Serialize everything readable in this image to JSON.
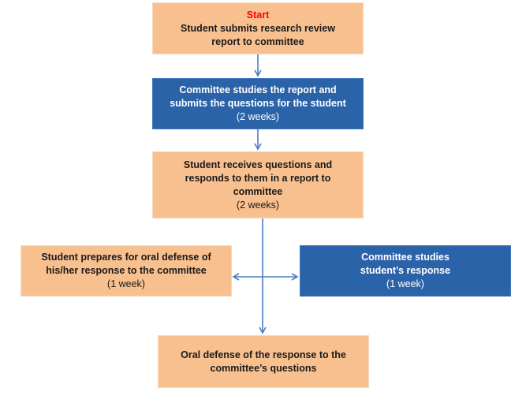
{
  "diagram": {
    "type": "flowchart",
    "colors": {
      "step_orange": "#f9c08f",
      "step_blue": "#2b63a9",
      "arrow": "#4a7ebf",
      "start_label": "#ff0000"
    },
    "nodes": {
      "n1": {
        "start_label": "Start",
        "lines": [
          "Student submits research review",
          "report to committee"
        ],
        "duration": ""
      },
      "n2": {
        "lines": [
          "Committee studies the report and",
          "submits the questions for the student"
        ],
        "duration": "(2 weeks)"
      },
      "n3": {
        "lines": [
          "Student receives questions and",
          "responds to them in a report to",
          "committee"
        ],
        "duration": "(2 weeks)"
      },
      "n4": {
        "lines": [
          "Student prepares for oral defense of",
          "his/her response to the committee"
        ],
        "duration": "(1 week)"
      },
      "n5": {
        "lines": [
          "Committee studies",
          "student’s response"
        ],
        "duration": "(1 week)"
      },
      "n6": {
        "lines": [
          "Oral defense of the response to the",
          "committee’s questions"
        ],
        "duration": ""
      }
    },
    "edges": [
      {
        "from": "n1",
        "to": "n2"
      },
      {
        "from": "n2",
        "to": "n3"
      },
      {
        "from": "n3",
        "to": "n4"
      },
      {
        "from": "n3",
        "to": "n5"
      },
      {
        "from": "n3",
        "to": "n6"
      }
    ]
  }
}
